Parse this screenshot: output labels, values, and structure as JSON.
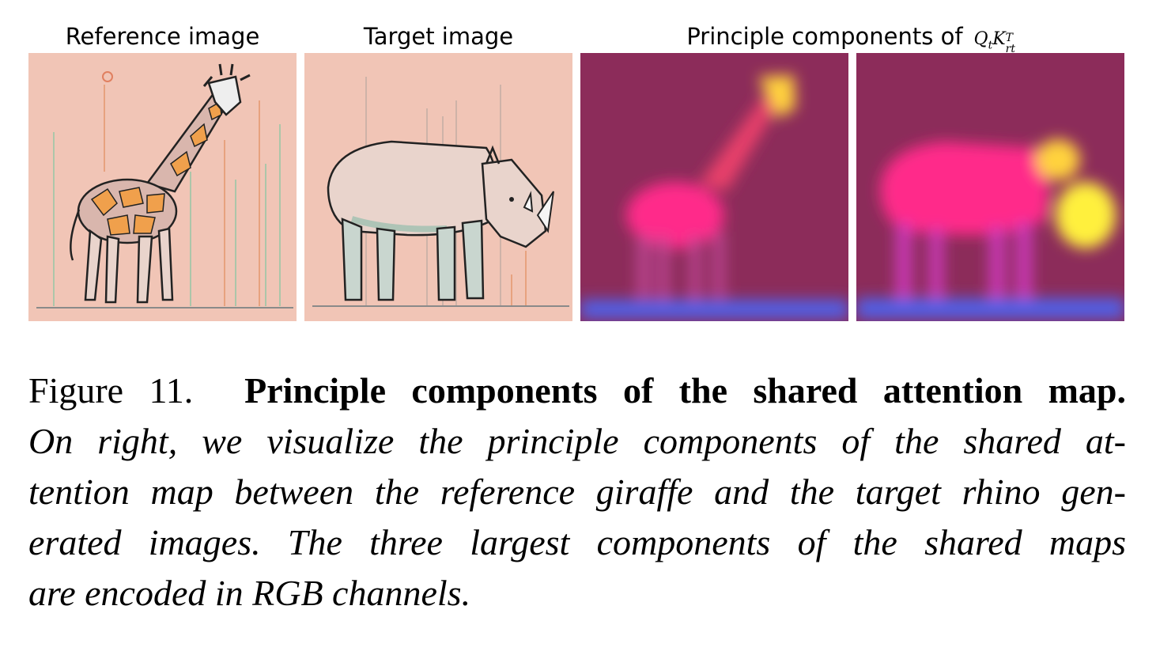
{
  "column_labels": {
    "reference": "Reference image",
    "target": "Target image",
    "components": "Principle components of",
    "math_q": "Q",
    "math_t": "t",
    "math_k": "K",
    "math_sup": "T",
    "math_sub": "rt"
  },
  "caption": {
    "label": "Figure 11.",
    "title": "Principle components of the shared attention map.",
    "lines": [
      "On right, we visualize the principle components of the shared at-",
      "tention map between the reference giraffe and the target rhino gen-",
      "erated images. The three largest components of the shared maps",
      "are encoded in RGB channels."
    ]
  },
  "colors": {
    "illustration_bg": "#f1c5b6",
    "giraffe_patch": "#f0a04c",
    "pca_bg": "#8c2c5a",
    "pca_magenta": "#ff2a8a",
    "pca_yellow": "#ffd23c",
    "pca_blue": "#5060e8"
  }
}
